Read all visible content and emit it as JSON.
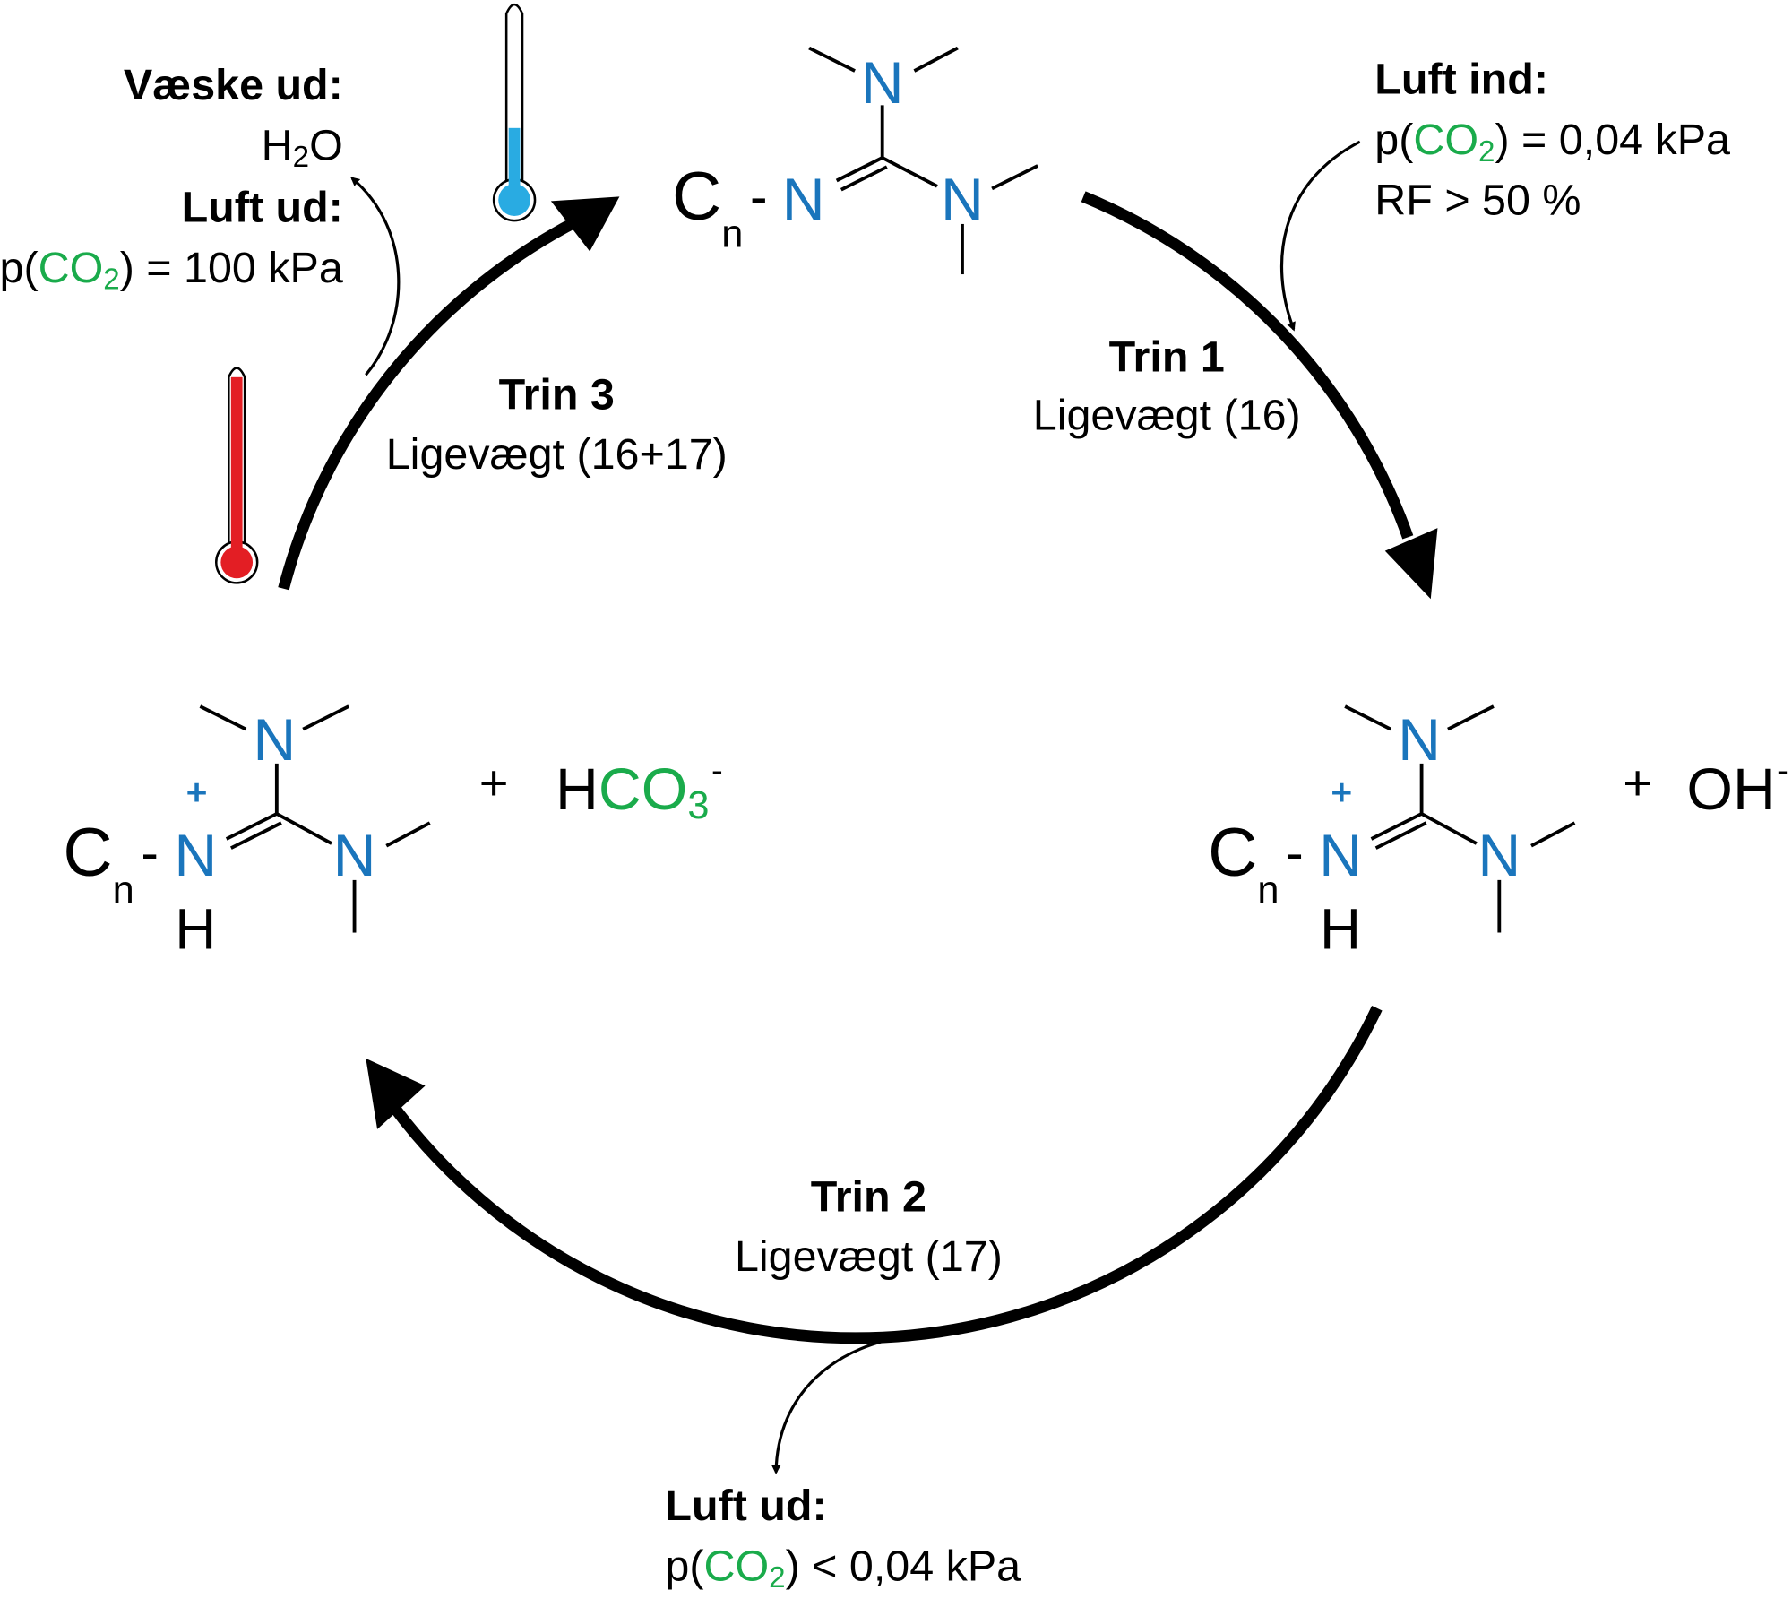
{
  "colors": {
    "nitrogen": "#1a75bc",
    "co2": "#1aab4b",
    "hot": "#e31e24",
    "cold": "#29abe2"
  },
  "molecule": {
    "carbon_chain": "C",
    "chain_sub": "n",
    "dash": "-",
    "nitrogen": "N",
    "hydrogen": "H",
    "charge_plus": "+"
  },
  "products": {
    "plus": "+",
    "bicarbonate": {
      "h": "H",
      "co": "CO",
      "sub": "3",
      "charge": "-"
    },
    "hydroxide": {
      "oh": "OH",
      "charge": "-"
    }
  },
  "steps": [
    {
      "title": "Trin 1",
      "subtitle": "Ligevægt (16)"
    },
    {
      "title": "Trin 2",
      "subtitle": "Ligevægt (17)"
    },
    {
      "title": "Trin 3",
      "subtitle": "Ligevægt (16+17)"
    }
  ],
  "air_in": {
    "title": "Luft ind:",
    "p_pre": "p(",
    "co2": "CO",
    "co2_sub": "2",
    "p_post": ") = 0,04 kPa",
    "rh": "RF > 50 %"
  },
  "air_out_bottom": {
    "title": "Luft ud:",
    "p_pre": "p(",
    "co2": "CO",
    "co2_sub": "2",
    "p_post": ") < 0,04 kPa"
  },
  "liquid_out": {
    "title": "Væske ud:",
    "h": "H",
    "sub": "2",
    "o": "O"
  },
  "air_out_top": {
    "title": "Luft ud:",
    "p_pre": "p(",
    "co2": "CO",
    "co2_sub": "2",
    "p_post": ") = 100 kPa"
  }
}
